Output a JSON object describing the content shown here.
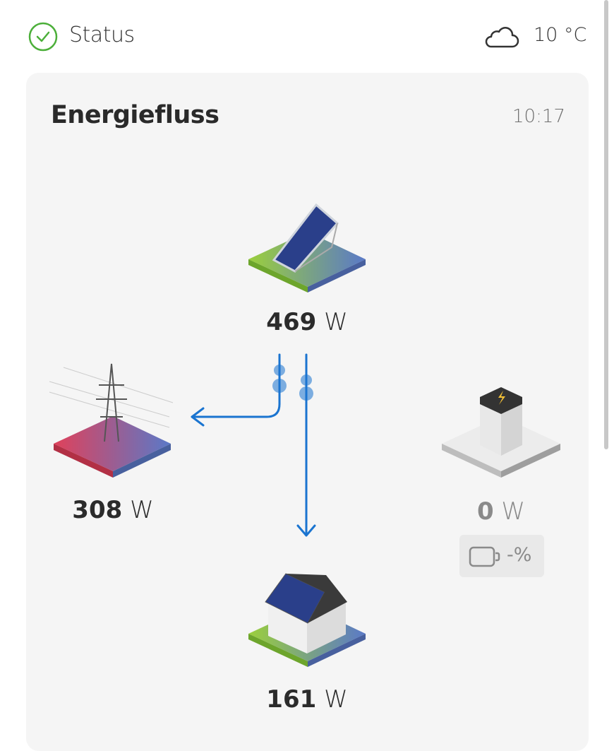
{
  "header": {
    "status_label": "Status",
    "temperature": "10 °C",
    "weather_icon": "cloud-icon",
    "status_icon": "check-circle-icon"
  },
  "card": {
    "title": "Energiefluss",
    "time": "10:17",
    "solar": {
      "value": "469",
      "unit": "W"
    },
    "grid": {
      "value": "308",
      "unit": "W"
    },
    "battery": {
      "value": "0",
      "unit": "W",
      "charge": "-%"
    },
    "house": {
      "value": "161",
      "unit": "W"
    }
  },
  "colors": {
    "accent": "#1a74d0",
    "status_green": "#4caf3a"
  }
}
